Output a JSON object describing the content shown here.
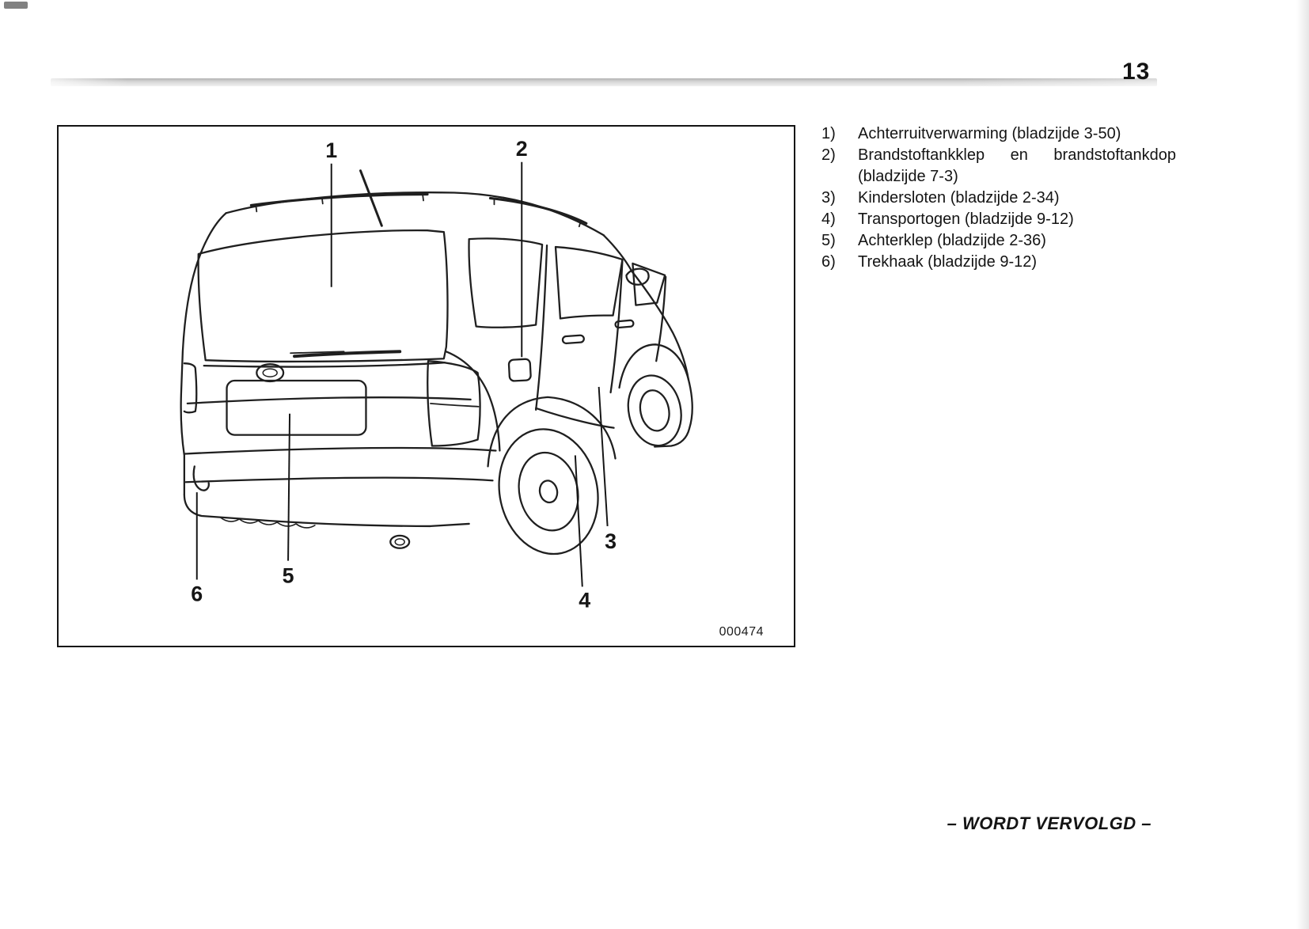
{
  "page": {
    "number": "13",
    "footer": "– WORDT VERVOLGD –"
  },
  "figure": {
    "code": "000474",
    "callouts": [
      "1",
      "2",
      "3",
      "4",
      "5",
      "6"
    ]
  },
  "legend": {
    "items": [
      {
        "num": "1)",
        "text": "Achterruitverwarming (bladzijde 3-50)"
      },
      {
        "num": "2)",
        "text": "Brandstoftankklep en brandstoftankdop (bladzijde 7-3)"
      },
      {
        "num": "3)",
        "text": "Kindersloten (bladzijde 2-34)"
      },
      {
        "num": "4)",
        "text": "Transportogen (bladzijde 9-12)"
      },
      {
        "num": "5)",
        "text": "Achterklep (bladzijde 2-36)"
      },
      {
        "num": "6)",
        "text": "Trekhaak (bladzijde 9-12)"
      }
    ]
  }
}
